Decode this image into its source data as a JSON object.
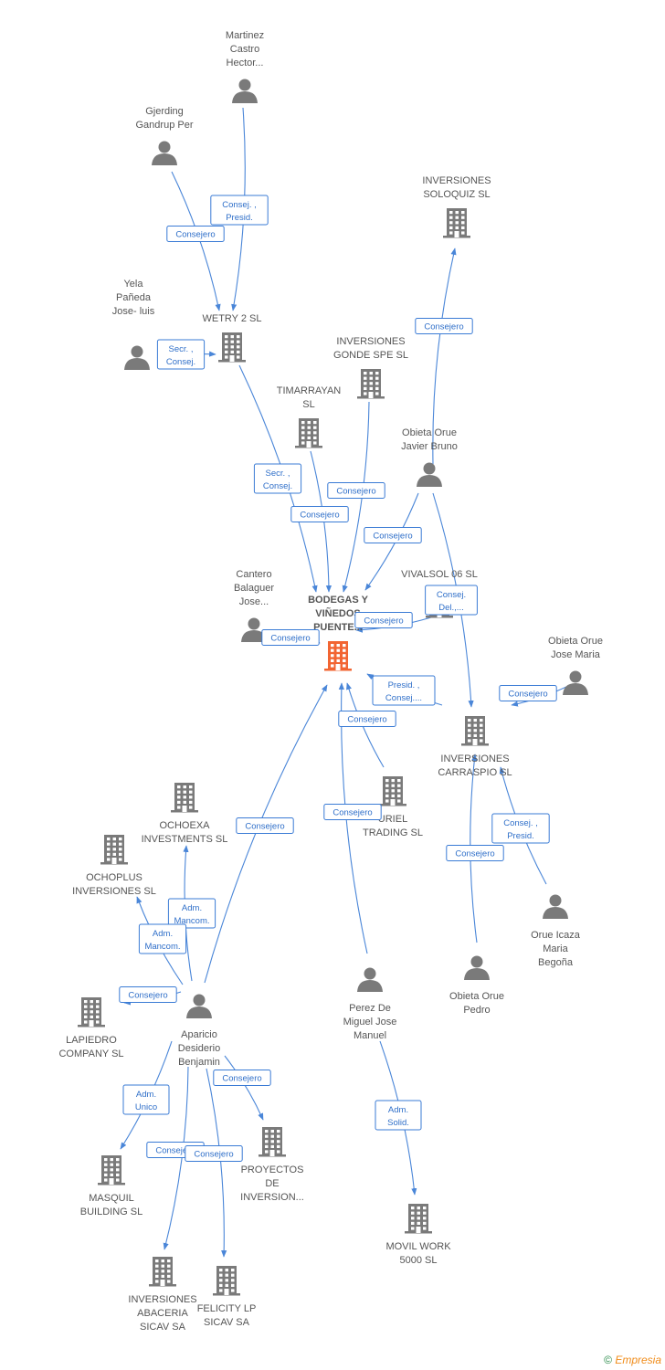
{
  "colors": {
    "edge": "#4a86d8",
    "node": "#7a7a7a",
    "main_node": "#f26532",
    "label": "#555555"
  },
  "nodes": [
    {
      "id": "bodegas",
      "type": "company",
      "main": true,
      "label": [
        "BODEGAS Y",
        "VIÑEDOS",
        "PUENTE..."
      ]
    },
    {
      "id": "martinez",
      "type": "person",
      "label": [
        "Martinez",
        "Castro",
        "Hector..."
      ]
    },
    {
      "id": "gjerding",
      "type": "person",
      "label": [
        "Gjerding",
        "Gandrup Per"
      ]
    },
    {
      "id": "yela",
      "type": "person",
      "label": [
        "Yela",
        "Pañeda",
        "Jose- luis"
      ]
    },
    {
      "id": "wetry",
      "type": "company",
      "label": [
        "WETRY 2 SL"
      ]
    },
    {
      "id": "gonde",
      "type": "company",
      "label": [
        "INVERSIONES",
        "GONDE SPE  SL"
      ]
    },
    {
      "id": "soloquiz",
      "type": "company",
      "label": [
        "INVERSIONES",
        "SOLOQUIZ SL"
      ]
    },
    {
      "id": "timarrayan",
      "type": "company",
      "label": [
        "TIMARRAYAN",
        "SL"
      ]
    },
    {
      "id": "javier",
      "type": "person",
      "label": [
        "Obieta Orue",
        "Javier Bruno"
      ]
    },
    {
      "id": "cantero",
      "type": "person",
      "label": [
        "Cantero",
        "Balaguer",
        "Jose..."
      ]
    },
    {
      "id": "vivalsol",
      "type": "company",
      "label": [
        "VIVALSOL 06 SL"
      ]
    },
    {
      "id": "josemaria",
      "type": "person",
      "label": [
        "Obieta Orue",
        "Jose Maria"
      ]
    },
    {
      "id": "carraspio",
      "type": "company",
      "label": [
        "INVERSIONES",
        "CARRASPIO SL"
      ]
    },
    {
      "id": "uriel",
      "type": "company",
      "label": [
        "URIEL",
        "TRADING  SL"
      ]
    },
    {
      "id": "ochoexa",
      "type": "company",
      "label": [
        "OCHOEXA",
        "INVESTMENTS SL"
      ]
    },
    {
      "id": "ochoplus",
      "type": "company",
      "label": [
        "OCHOPLUS",
        "INVERSIONES SL"
      ]
    },
    {
      "id": "lapiedro",
      "type": "company",
      "label": [
        "LAPIEDRO",
        "COMPANY  SL"
      ]
    },
    {
      "id": "aparicio",
      "type": "person",
      "label": [
        "Aparicio",
        "Desiderio",
        "Benjamin"
      ]
    },
    {
      "id": "perez",
      "type": "person",
      "label": [
        "Perez De",
        "Miguel Jose",
        "Manuel"
      ]
    },
    {
      "id": "orueicaza",
      "type": "person",
      "label": [
        "Orue Icaza",
        "Maria",
        "Begoña"
      ]
    },
    {
      "id": "pedro",
      "type": "person",
      "label": [
        "Obieta Orue",
        "Pedro"
      ]
    },
    {
      "id": "masquil",
      "type": "company",
      "label": [
        "MASQUIL",
        "BUILDING SL"
      ]
    },
    {
      "id": "proyectos",
      "type": "company",
      "label": [
        "PROYECTOS",
        "DE",
        "INVERSION..."
      ]
    },
    {
      "id": "abaceria",
      "type": "company",
      "label": [
        "INVERSIONES",
        "ABACERIA",
        "SICAV SA"
      ]
    },
    {
      "id": "felicity",
      "type": "company",
      "label": [
        "FELICITY LP",
        "SICAV SA"
      ]
    },
    {
      "id": "movil",
      "type": "company",
      "label": [
        "MOVIL WORK",
        "5000 SL"
      ]
    }
  ],
  "edges": [
    {
      "from": "martinez",
      "to": "wetry",
      "label": [
        "Consej. ,",
        "Presid."
      ]
    },
    {
      "from": "gjerding",
      "to": "wetry",
      "label": [
        "Consejero"
      ]
    },
    {
      "from": "yela",
      "to": "wetry",
      "label": [
        "Secr. ,",
        "Consej."
      ]
    },
    {
      "from": "wetry",
      "to": "bodegas",
      "label": [
        "Secr. ,",
        "Consej."
      ]
    },
    {
      "from": "timarrayan",
      "to": "bodegas",
      "label": [
        "Consejero"
      ]
    },
    {
      "from": "gonde",
      "to": "bodegas",
      "label": [
        "Consejero"
      ]
    },
    {
      "from": "javier",
      "to": "bodegas",
      "label": [
        "Consejero"
      ]
    },
    {
      "from": "javier",
      "to": "soloquiz",
      "label": [
        "Consejero"
      ]
    },
    {
      "from": "javier",
      "to": "carraspio",
      "label": [
        "Consej.",
        "Del.,..."
      ]
    },
    {
      "from": "cantero",
      "to": "bodegas",
      "label": [
        "Consejero"
      ]
    },
    {
      "from": "vivalsol",
      "to": "bodegas",
      "label": [
        "Consejero"
      ]
    },
    {
      "from": "carraspio",
      "to": "bodegas",
      "label": [
        "Presid. ,",
        "Consej...."
      ]
    },
    {
      "from": "josemaria",
      "to": "carraspio",
      "label": [
        "Consejero"
      ]
    },
    {
      "from": "uriel",
      "to": "bodegas",
      "label": [
        "Consejero"
      ]
    },
    {
      "from": "perez",
      "to": "bodegas",
      "label": [
        "Consejero"
      ]
    },
    {
      "from": "aparicio",
      "to": "bodegas",
      "label": [
        "Consejero"
      ]
    },
    {
      "from": "orueicaza",
      "to": "carraspio",
      "label": [
        "Consej. ,",
        "Presid."
      ]
    },
    {
      "from": "pedro",
      "to": "carraspio",
      "label": [
        "Consejero"
      ]
    },
    {
      "from": "aparicio",
      "to": "ochoexa",
      "label": [
        "Adm.",
        "Mancom."
      ]
    },
    {
      "from": "aparicio",
      "to": "ochoplus",
      "label": [
        "Adm.",
        "Mancom."
      ]
    },
    {
      "from": "aparicio",
      "to": "lapiedro",
      "label": [
        "Consejero"
      ]
    },
    {
      "from": "aparicio",
      "to": "masquil",
      "label": [
        "Adm.",
        "Unico"
      ]
    },
    {
      "from": "aparicio",
      "to": "proyectos",
      "label": [
        "Consejero"
      ]
    },
    {
      "from": "aparicio",
      "to": "abaceria",
      "label": [
        "Consejero"
      ]
    },
    {
      "from": "aparicio",
      "to": "felicity",
      "label": [
        "Consejero"
      ]
    },
    {
      "from": "perez",
      "to": "movil",
      "label": [
        "Adm.",
        "Solid."
      ]
    }
  ],
  "brand": {
    "copyright": "©",
    "name": "Empresia"
  }
}
